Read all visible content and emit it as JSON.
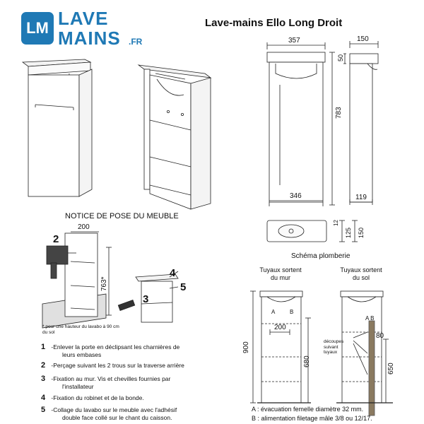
{
  "brand": {
    "logo_icon": "LM",
    "name_line1": "LAVE",
    "name_line2": "MAINS",
    "suffix": ".FR",
    "color": "#1f79b5"
  },
  "title": "Lave-mains Ello Long Droit",
  "notice_heading": "NOTICE DE POSE DU MEUBLE",
  "dimensions": {
    "front_width_top": "357",
    "front_height": "783",
    "front_width_bottom": "346",
    "top_thickness": "50",
    "side_width_top": "150",
    "side_width_bottom": "119",
    "plan_depth_a": "12",
    "plan_depth_b": "125",
    "plan_depth_total": "150"
  },
  "install_dims": {
    "hole_spacing": "200",
    "height": "763*",
    "footnote": "* pour une hauteur du lavabo à 90 cm du sol"
  },
  "step_callouts": [
    "2",
    "3",
    "4",
    "5"
  ],
  "instructions": [
    {
      "num": "1",
      "line1": "-Enlever la porte en déclipsant les charnières de",
      "line2": "leurs embases"
    },
    {
      "num": "2",
      "line1": "-Perçage suivant les 2 trous sur la traverse arrière",
      "line2": ""
    },
    {
      "num": "3",
      "line1": "-Fixation au mur. Vis et chevilles fournies par",
      "line2": "l'installateur"
    },
    {
      "num": "4",
      "line1": "-Fixation du robinet et de la bonde.",
      "line2": ""
    },
    {
      "num": "5",
      "line1": "-Collage du lavabo sur le meuble avec l'adhésif",
      "line2": "double face collé sur le chant du caisson."
    }
  ],
  "plumbing": {
    "heading": "Schéma plomberie",
    "wall_label_1": "Tuyaux sortent",
    "wall_label_2": "du mur",
    "floor_label_1": "Tuyaux sortent",
    "floor_label_2": "du sol",
    "total_height": "900",
    "wall_pipe_height": "680",
    "wall_spacing": "200",
    "floor_offset": "80",
    "floor_pipe_height": "650",
    "label_a": "A",
    "label_b": "B",
    "floor_labels": "A B",
    "cut_note_1": "découpes",
    "cut_note_2": "suivant",
    "cut_note_3": "tuyaux",
    "legend_a": "A : évacuation femelle diamètre 32 mm.",
    "legend_b": "B : alimentation filetage mâle 3/8 ou 12/17."
  }
}
